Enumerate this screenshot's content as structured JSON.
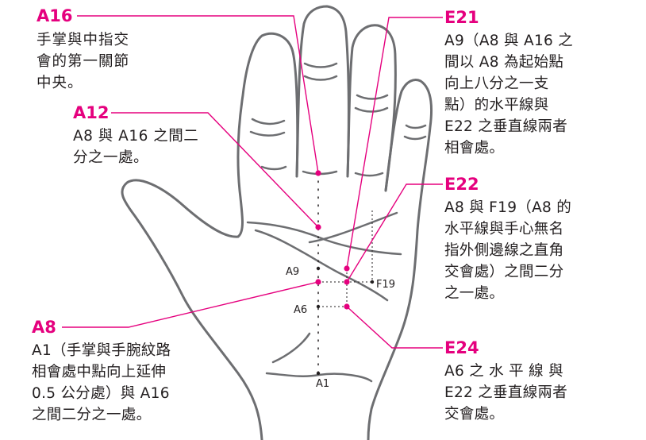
{
  "colors": {
    "accent": "#e5007e",
    "text": "#231f20",
    "outline": "#6d6e71"
  },
  "points": {
    "A16": {
      "label": "A16",
      "desc": [
        "手掌與中指交",
        "會的第一關節",
        "中央。"
      ]
    },
    "A12": {
      "label": "A12",
      "desc": [
        "A8 與 A16 之間二",
        "分之一處。"
      ]
    },
    "A8": {
      "label": "A8",
      "desc": [
        "A1（手掌與手腕紋路",
        "相會處中點向上延伸",
        "0.5 公分處）與 A16",
        "之間二分之一處。"
      ]
    },
    "E21": {
      "label": "E21",
      "desc": [
        "A9（A8 與 A16 之",
        "間以 A8 為起始點",
        "向上八分之一支",
        "點）的水平線與",
        "E22 之垂直線兩者",
        "相會處。"
      ]
    },
    "E22": {
      "label": "E22",
      "desc": [
        "A8 與 F19（A8 的",
        "水平線與手心無名",
        "指外側邊線之直角",
        "交會處）之間二分",
        "之一處。"
      ]
    },
    "E24": {
      "label": "E24",
      "desc": [
        "A6 之 水 平 線 與",
        "E22 之垂直線兩者",
        "交會處。"
      ]
    }
  },
  "diagram_labels": {
    "A9": "A9",
    "A6": "A6",
    "A1": "A1",
    "F19": "F19"
  }
}
